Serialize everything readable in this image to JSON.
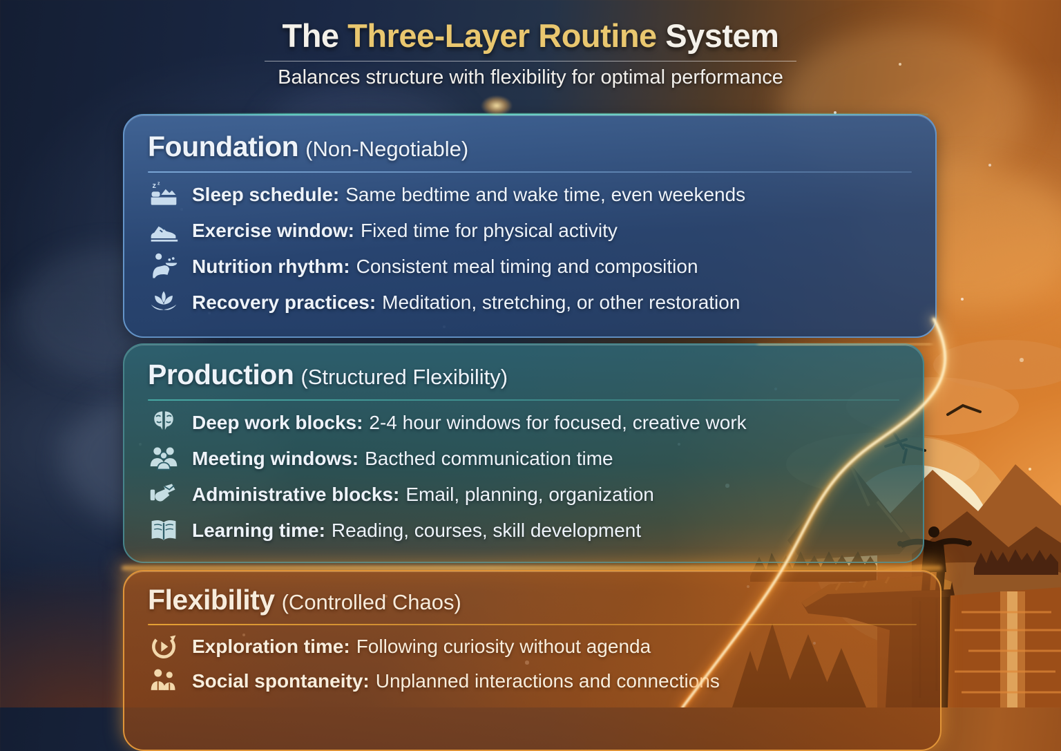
{
  "header": {
    "title_prefix": "The ",
    "title_accent": "Three-Layer Routine",
    "title_suffix": " System",
    "accent_color": "#e9c76f",
    "subtitle": "Balances structure with flexibility for optimal performance"
  },
  "panels": [
    {
      "id": "foundation",
      "title": "Foundation",
      "qualifier": "(Non-Negotiable)",
      "panel_color": "#2b4a76",
      "border_color": "#6494c8",
      "items": [
        {
          "icon": "sleep-bed-icon",
          "label": "Sleep schedule:",
          "desc": "Same bedtime and wake time, even weekends"
        },
        {
          "icon": "running-shoe-icon",
          "label": "Exercise window:",
          "desc": "Fixed time for physical activity"
        },
        {
          "icon": "eating-person-icon",
          "label": "Nutrition rhythm:",
          "desc": "Consistent meal timing and composition"
        },
        {
          "icon": "lotus-icon",
          "label": "Recovery practices:",
          "desc": "Meditation, stretching, or other restoration"
        }
      ]
    },
    {
      "id": "production",
      "title": "Production",
      "qualifier": "(Structured Flexibility)",
      "panel_color": "#2d5f6b",
      "border_color": "#47858b",
      "items": [
        {
          "icon": "brain-icon",
          "label": "Deep work blocks:",
          "desc": "2-4 hour windows for focused, creative work"
        },
        {
          "icon": "people-group-icon",
          "label": "Meeting windows:",
          "desc": "Bacthed communication time"
        },
        {
          "icon": "hand-document-icon",
          "label": "Administrative blocks:",
          "desc": "Email, planning, organization"
        },
        {
          "icon": "open-book-icon",
          "label": "Learning time:",
          "desc": "Reading, courses, skill development"
        }
      ]
    },
    {
      "id": "flexibility",
      "title": "Flexibility",
      "qualifier": "(Controlled Chaos)",
      "panel_color": "#96511c",
      "border_color": "#e09438",
      "items": [
        {
          "icon": "exploration-compass-icon",
          "label": "Exploration time:",
          "desc": "Following curiosity without agenda"
        },
        {
          "icon": "two-people-icon",
          "label": "Social spontaneity:",
          "desc": "Unplanned interactions and connections"
        }
      ]
    }
  ],
  "scene": {
    "sun_color": "#f8ecca",
    "streak_color": "#ffb348",
    "elements": [
      "sunset-sun",
      "mountain-range",
      "cliff",
      "person-arms-raised-silhouette",
      "birds",
      "lake-reflection",
      "pine-trees",
      "light-streak"
    ]
  }
}
